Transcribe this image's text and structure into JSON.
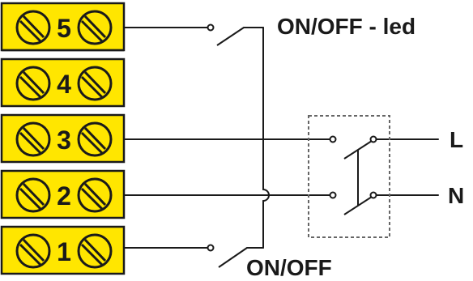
{
  "terminal_block": {
    "fill_color": "#FFE600",
    "terminals": [
      {
        "number": "5"
      },
      {
        "number": "4"
      },
      {
        "number": "3"
      },
      {
        "number": "2"
      },
      {
        "number": "1"
      }
    ]
  },
  "labels": {
    "led_switch": "ON/OFF - led",
    "main_switch": "ON/OFF",
    "line": "L",
    "neutral": "N"
  },
  "icons": {
    "screw": "screw-icon",
    "switch": "switch-icon"
  }
}
